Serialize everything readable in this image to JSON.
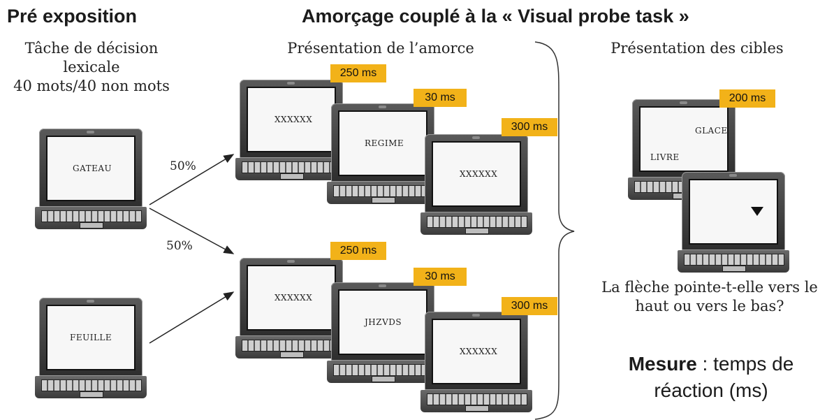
{
  "headings": {
    "left": "Pré exposition",
    "right": "Amorçage couplé à la « Visual probe task »"
  },
  "captions": {
    "task_line1": "Tâche de décision",
    "task_line2": "lexicale",
    "task_line3": "40 mots/40 non mots",
    "prime": "Présentation de l’amorce",
    "targets": "Présentation des cibles",
    "question_line1": "La flèche pointe-t-elle vers le",
    "question_line2": "haut ou vers le bas?"
  },
  "measure": {
    "bold": "Mesure",
    "rest": " : temps de",
    "line2": "réaction (ms)"
  },
  "percentages": {
    "upper": "50%",
    "lower": "50%"
  },
  "screens": {
    "exposure_top": "GATEAU",
    "exposure_bottom": "FEUILLE",
    "upper_mask1": "XXXXXX",
    "upper_prime": "REGIME",
    "upper_mask2": "XXXXXX",
    "lower_mask1": "XXXXXX",
    "lower_prime": "JHZVDS",
    "lower_mask2": "XXXXXX",
    "target_top": "GLACE",
    "target_bottom": "LIVRE"
  },
  "durations": {
    "upper_mask1": "250 ms",
    "upper_prime": "30 ms",
    "upper_mask2": "300 ms",
    "lower_mask1": "250 ms",
    "lower_prime": "30 ms",
    "lower_mask2": "300 ms",
    "targets": "200 ms"
  },
  "colors": {
    "badge": "#f2b219",
    "probe_arrow": "#111111"
  },
  "icons": {
    "probe": "down-triangle-icon"
  }
}
